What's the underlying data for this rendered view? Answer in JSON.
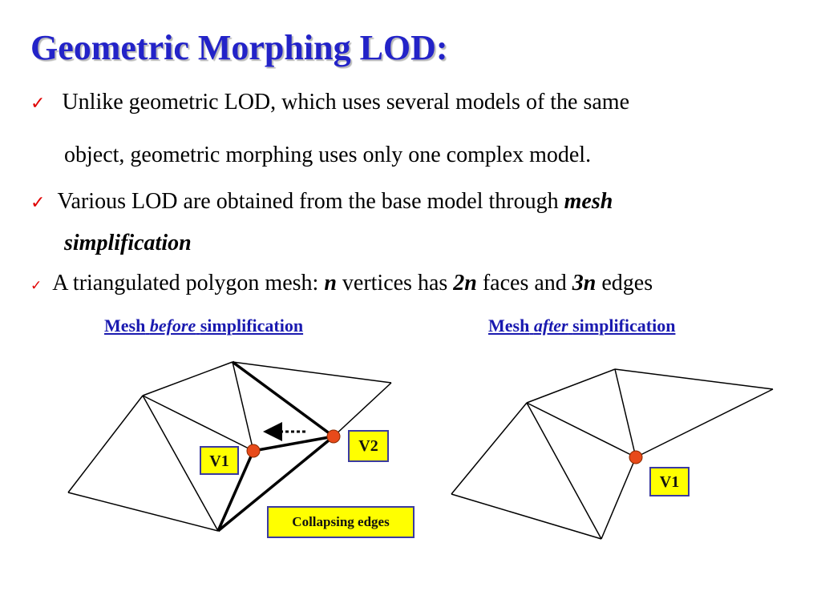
{
  "title": "Geometric Morphing LOD:",
  "bullets": {
    "b1_line1": "Unlike geometric LOD, which uses several models of the same",
    "b1_line2": "object, geometric morphing uses only one complex model.",
    "b2_text": "Various LOD are obtained from the base model through",
    "b2_emph1": "mesh",
    "b2_emph2": "simplification",
    "b3_text1": "A triangulated polygon mesh:",
    "b3_n": "n",
    "b3_text2": "vertices has",
    "b3_2n": "2n",
    "b3_text3": "faces and",
    "b3_3n": "3n",
    "b3_text4": "edges"
  },
  "check_glyph": "✓",
  "headings": {
    "before_prefix": "Mesh",
    "before_emph": "before",
    "before_suffix": "simplification",
    "after_prefix": "Mesh",
    "after_emph": "after",
    "after_suffix": "simplification"
  },
  "labels": {
    "v1_before": "V1",
    "v2_before": "V2",
    "collapsing": "Collapsing edges",
    "v1_after": "V1"
  },
  "colors": {
    "title": "#2323c8",
    "check": "#e00000",
    "heading": "#1a1ab0",
    "vertex": "#e84a1a",
    "label_fill": "#ffff00",
    "label_border": "#3a3aa0"
  }
}
